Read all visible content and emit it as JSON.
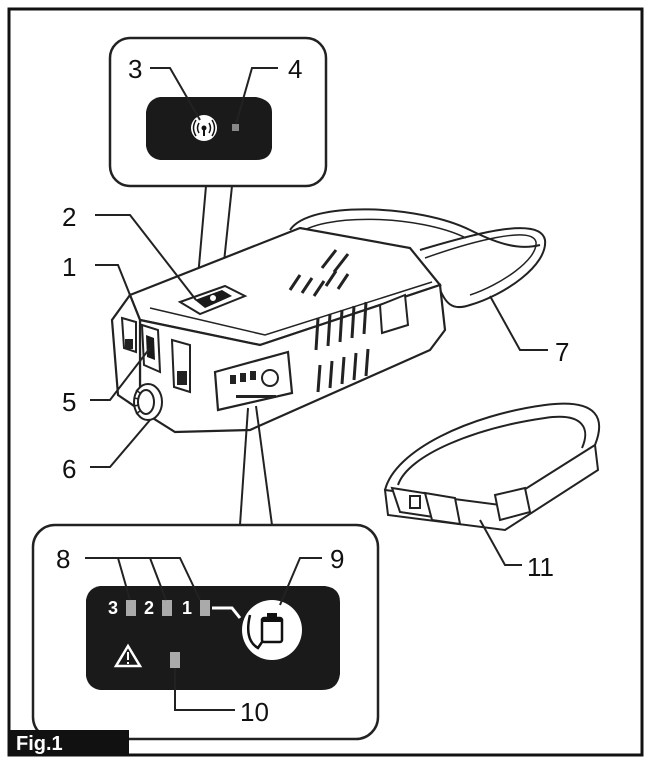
{
  "figure": {
    "caption": "Fig.1",
    "callouts": [
      "1",
      "2",
      "3",
      "4",
      "5",
      "6",
      "7",
      "8",
      "9",
      "10",
      "11"
    ],
    "panel_bottom": {
      "level_labels": [
        "3",
        "2",
        "1"
      ]
    }
  }
}
